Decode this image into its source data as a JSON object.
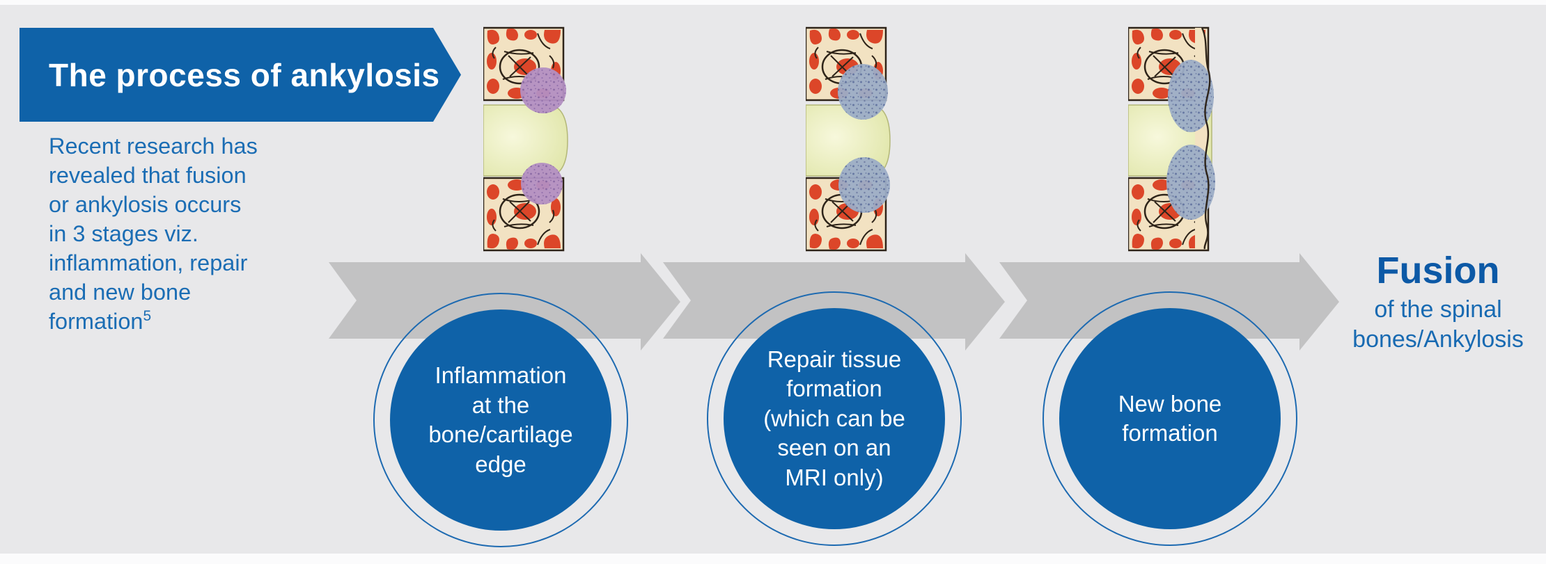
{
  "banner": {
    "title": "The process of ankylosis"
  },
  "intro": {
    "text": "Recent research has\nrevealed that fusion\nor ankylosis occurs\nin 3 stages viz.\ninflammation, repair\nand new bone\nformation",
    "footnote_ref": "5"
  },
  "stages": [
    {
      "id": "inflammation",
      "label": "Inflammation\nat the\nbone/cartilage\nedge",
      "illustration": "bone and cartilage with inflammation at the bone/cartilage edge"
    },
    {
      "id": "repair",
      "label": "Repair tissue\nformation\n(which can be\nseen on an\nMRI only)",
      "illustration": "bone and cartilage with repair tissue at the edges"
    },
    {
      "id": "new-bone",
      "label": "New bone\nformation",
      "illustration": "bone and cartilage with new bone bridging the disc"
    }
  ],
  "outcome": {
    "title": "Fusion",
    "subtitle": "of the spinal\nbones/Ankylosis"
  },
  "colors": {
    "accent_blue": "#0f62a8",
    "text_blue": "#1b6db4",
    "arrow_gray": "#c2c2c3",
    "background": "#e8e8ea",
    "bone_cream": "#f2e2c2",
    "marrow_red": "#dc4629",
    "cartilage_green": "#dde3a2",
    "inflammation_purple": "#b38fc2",
    "repair_blue_gray": "#9cadc6"
  }
}
